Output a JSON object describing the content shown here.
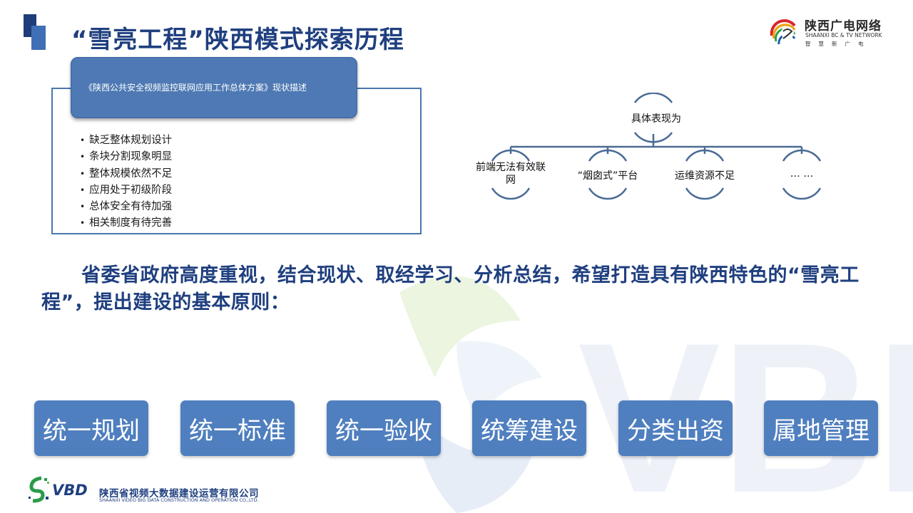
{
  "title": "“雪亮工程”陕西模式探索历程",
  "logo_top_right": {
    "name": "陕西广电网络",
    "english": "SHAANXI BC & TV NETWORK",
    "tagline": "智慧新广电"
  },
  "panel": {
    "header": "《陕西公共安全视频监控联网应用工作总体方案》现状描述",
    "bullets": [
      "缺乏整体规划设计",
      "条块分割现象明显",
      "整体规模依然不足",
      "应用处于初级阶段",
      "总体安全有待加强",
      "相关制度有待完善"
    ]
  },
  "diagram": {
    "root": "具体表现为",
    "children": [
      "前端无法有效联网",
      "“烟囱式”平台",
      "运维资源不足",
      "… …"
    ]
  },
  "statement": "省委省政府高度重视，结合现状、取经学习、分析总结，希望打造具有陕西特色的“雪亮工程”，提出建设的基本原则：",
  "principles": [
    "统一规划",
    "统一标准",
    "统一验收",
    "统筹建设",
    "分类出资",
    "属地管理"
  ],
  "logo_bottom_left": {
    "abbr": "VBD",
    "name": "陕西省视频大数据建设运营有限公司",
    "english": "SHAANXI VIDEO BIG DATA CONSTRUCTION AND OPERATION CO.,LTD."
  },
  "watermark_text": "VBD",
  "colors": {
    "title": "#1f3f7f",
    "panel_header": "#4e79b4",
    "principle_button": "#4f7fbf",
    "diagram_line": "#4a6b96"
  }
}
